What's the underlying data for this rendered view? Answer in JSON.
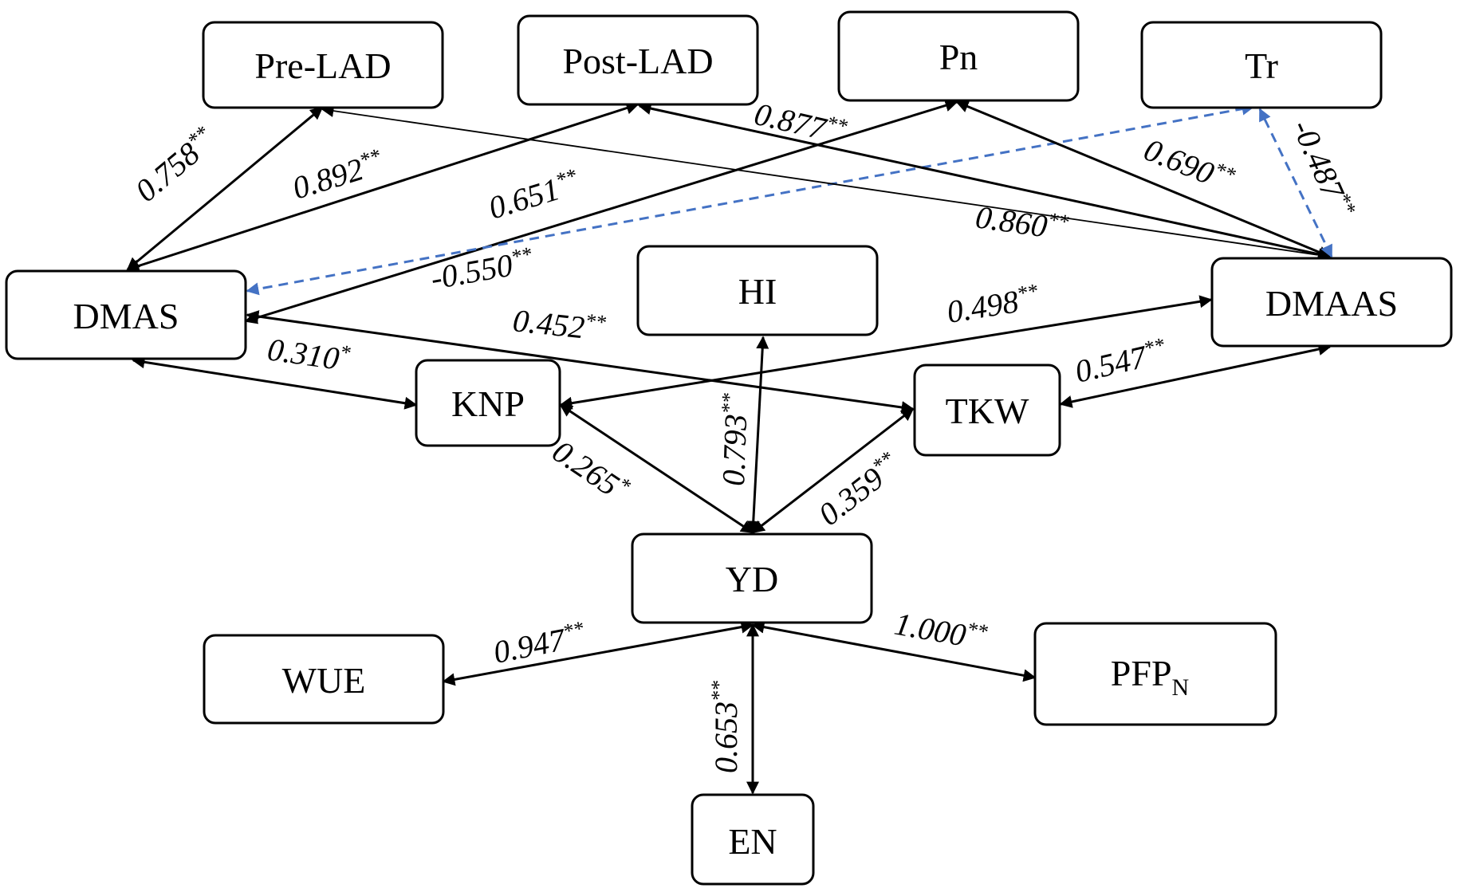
{
  "nodes": {
    "pre_lad": "Pre-LAD",
    "post_lad": "Post-LAD",
    "pn": "Pn",
    "tr": "Tr",
    "dmas": "DMAS",
    "hi": "HI",
    "dmaas": "DMAAS",
    "knp": "KNP",
    "tkw": "TKW",
    "yd": "YD",
    "wue": "WUE",
    "pfpn_main": "PFP",
    "pfpn_sub": "N",
    "en": "EN"
  },
  "edges": {
    "dmas_prelad": {
      "value": "0.758",
      "sig": "**"
    },
    "dmas_postlad": {
      "value": "0.892",
      "sig": "**"
    },
    "dmas_pn": {
      "value": "0.651",
      "sig": "**"
    },
    "dmas_tr": {
      "value": "-0.550",
      "sig": "**"
    },
    "dmaas_postlad": {
      "value": "0.877",
      "sig": "**"
    },
    "dmaas_pn": {
      "value": "0.690",
      "sig": "**"
    },
    "dmaas_tr": {
      "value": "-0.487",
      "sig": "**"
    },
    "dmaas_prelad": {
      "value": "0.860",
      "sig": "**"
    },
    "dmas_tkw": {
      "value": "0.452",
      "sig": "**"
    },
    "knp_dmaas": {
      "value": "0.498",
      "sig": "**"
    },
    "dmas_knp": {
      "value": "0.310",
      "sig": "*"
    },
    "tkw_dmaas": {
      "value": "0.547",
      "sig": "**"
    },
    "hi_yd": {
      "value": "0.793",
      "sig": "**"
    },
    "knp_yd": {
      "value": "0.265",
      "sig": "*"
    },
    "tkw_yd": {
      "value": "0.359",
      "sig": "**"
    },
    "yd_wue": {
      "value": "0.947",
      "sig": "**"
    },
    "yd_pfpn": {
      "value": "1.000",
      "sig": "**"
    },
    "yd_en": {
      "value": "0.653",
      "sig": "**"
    }
  },
  "colors": {
    "solid_arrow": "#000000",
    "dashed_arrow": "#4472c4"
  }
}
